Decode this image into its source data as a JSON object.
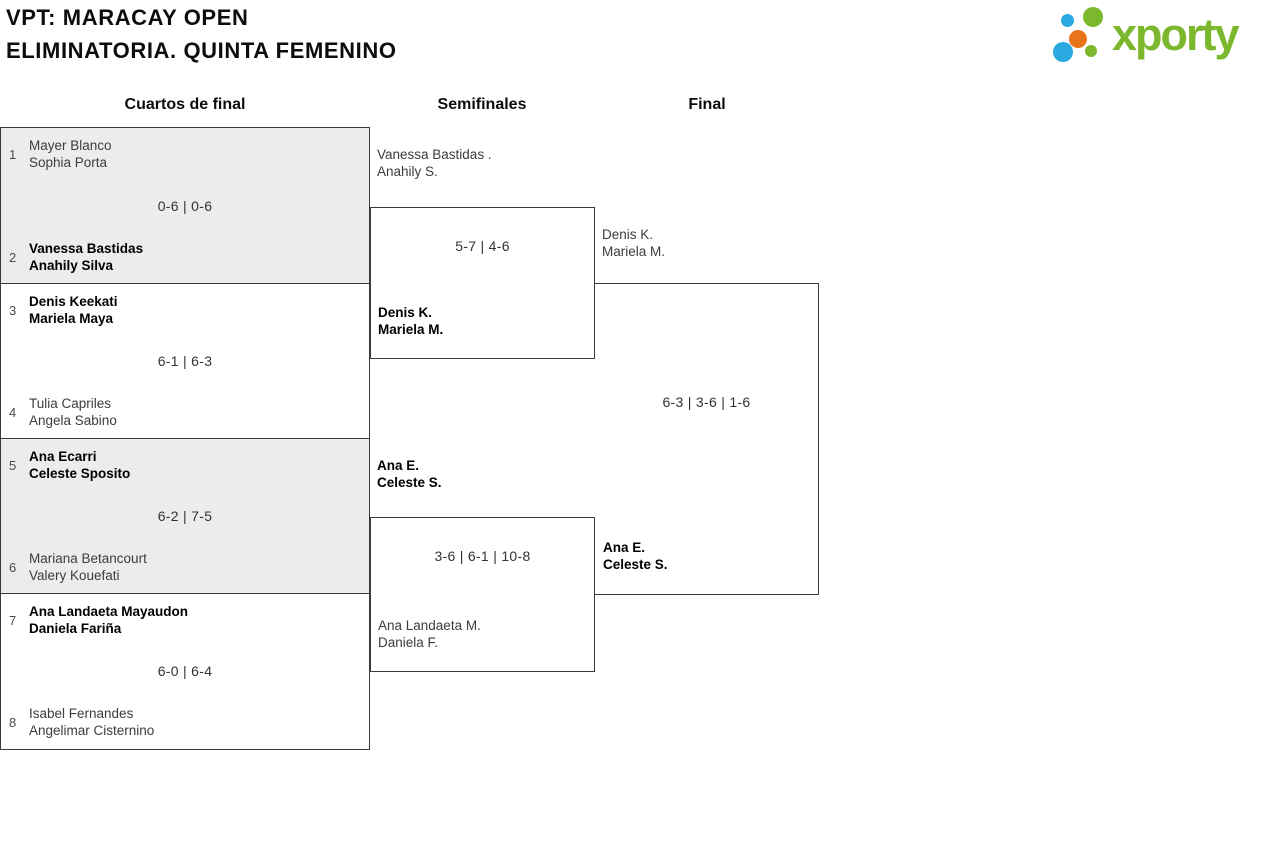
{
  "header": {
    "title_line1": "VPT: MARACAY OPEN",
    "title_line2": "ELIMINATORIA. QUINTA FEMENINO",
    "logo_text": "xporty"
  },
  "columns": [
    "Cuartos de final",
    "Semifinales",
    "Final"
  ],
  "bracket": {
    "qf": [
      {
        "seed_top": "1",
        "top1": "Mayer Blanco",
        "top2": "Sophia Porta",
        "top_winner": false,
        "score": "0-6 | 0-6",
        "seed_bottom": "2",
        "bottom1": "Vanessa Bastidas",
        "bottom2": "Anahily Silva",
        "bottom_winner": true
      },
      {
        "seed_top": "3",
        "top1": "Denis Keekati",
        "top2": "Mariela Maya",
        "top_winner": true,
        "score": "6-1 | 6-3",
        "seed_bottom": "4",
        "bottom1": "Tulia Capriles",
        "bottom2": "Angela Sabino",
        "bottom_winner": false
      },
      {
        "seed_top": "5",
        "top1": "Ana Ecarri",
        "top2": "Celeste Sposito",
        "top_winner": true,
        "score": "6-2 | 7-5",
        "seed_bottom": "6",
        "bottom1": "Mariana Betancourt",
        "bottom2": "Valery Kouefati",
        "bottom_winner": false
      },
      {
        "seed_top": "7",
        "top1": "Ana Landaeta Mayaudon",
        "top2": "Daniela Fariña",
        "top_winner": true,
        "score": "6-0 | 6-4",
        "seed_bottom": "8",
        "bottom1": "Isabel Fernandes",
        "bottom2": "Angelimar Cisternino",
        "bottom_winner": false
      }
    ],
    "sf": [
      {
        "top1": "Vanessa Bastidas .",
        "top2": "Anahily S.",
        "top_winner": false,
        "score": "5-7 | 4-6",
        "bottom1": "Denis K.",
        "bottom2": "Mariela M.",
        "bottom_winner": true
      },
      {
        "top1": "Ana E.",
        "top2": "Celeste S.",
        "top_winner": true,
        "score": "3-6 | 6-1 | 10-8",
        "bottom1": "Ana Landaeta M.",
        "bottom2": "Daniela F.",
        "bottom_winner": false
      }
    ],
    "final": {
      "top1": "Denis K.",
      "top2": "Mariela M.",
      "top_winner": false,
      "score": "6-3 | 3-6 | 1-6",
      "bottom1": "Ana E.",
      "bottom2": "Celeste S.",
      "bottom_winner": true
    }
  },
  "colors": {
    "brand_green": "#7cb82d",
    "brand_blue": "#29a9e0",
    "brand_orange": "#e8731a",
    "box_border": "#3b3b3b",
    "shaded_match_bg": "#ececec"
  }
}
